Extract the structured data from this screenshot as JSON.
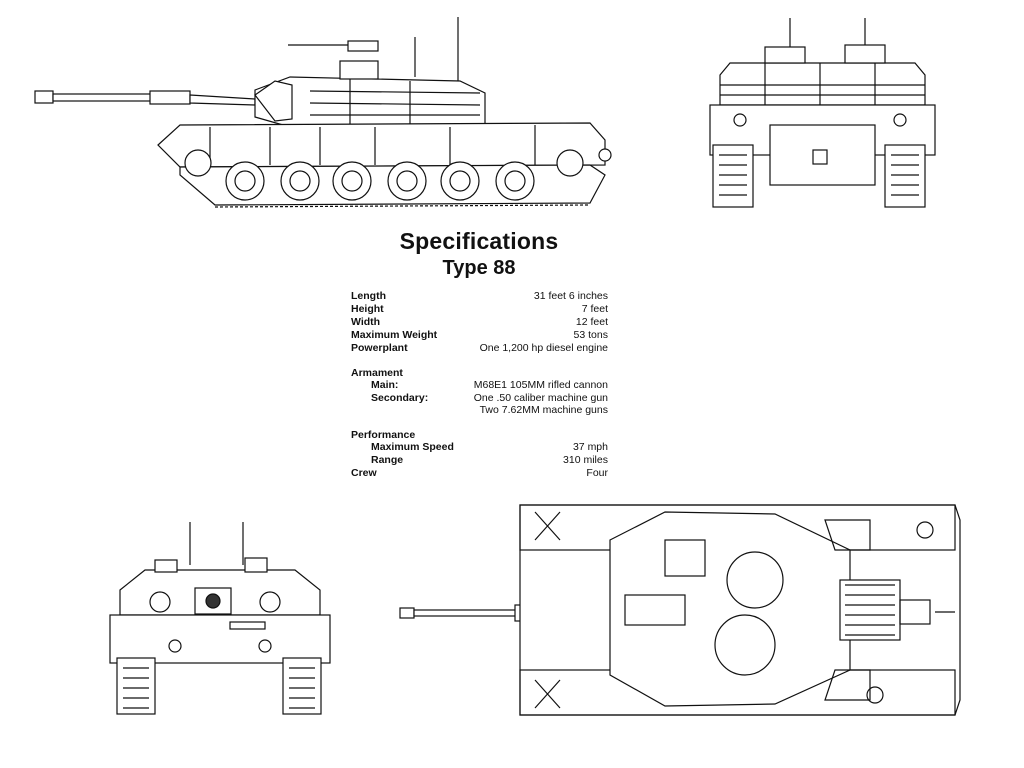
{
  "specs": {
    "title": "Specifications",
    "subtitle": "Type 88",
    "general": [
      {
        "label": "Length",
        "value": "31 feet 6 inches"
      },
      {
        "label": "Height",
        "value": "7 feet"
      },
      {
        "label": "Width",
        "value": "12 feet"
      },
      {
        "label": "Maximum Weight",
        "value": "53 tons"
      },
      {
        "label": "Powerplant",
        "value": "One 1,200 hp diesel engine"
      }
    ],
    "armament": {
      "heading": "Armament",
      "main_label": "Main:",
      "main_value": "M68E1 105MM rifled cannon",
      "secondary_label": "Secondary:",
      "secondary_value_1": "One .50 caliber machine gun",
      "secondary_value_2": "Two 7.62MM machine guns"
    },
    "performance": {
      "heading": "Performance",
      "speed_label": "Maximum Speed",
      "speed_value": "37 mph",
      "range_label": "Range",
      "range_value": "310 miles",
      "crew_label": "Crew",
      "crew_value": "Four"
    }
  }
}
